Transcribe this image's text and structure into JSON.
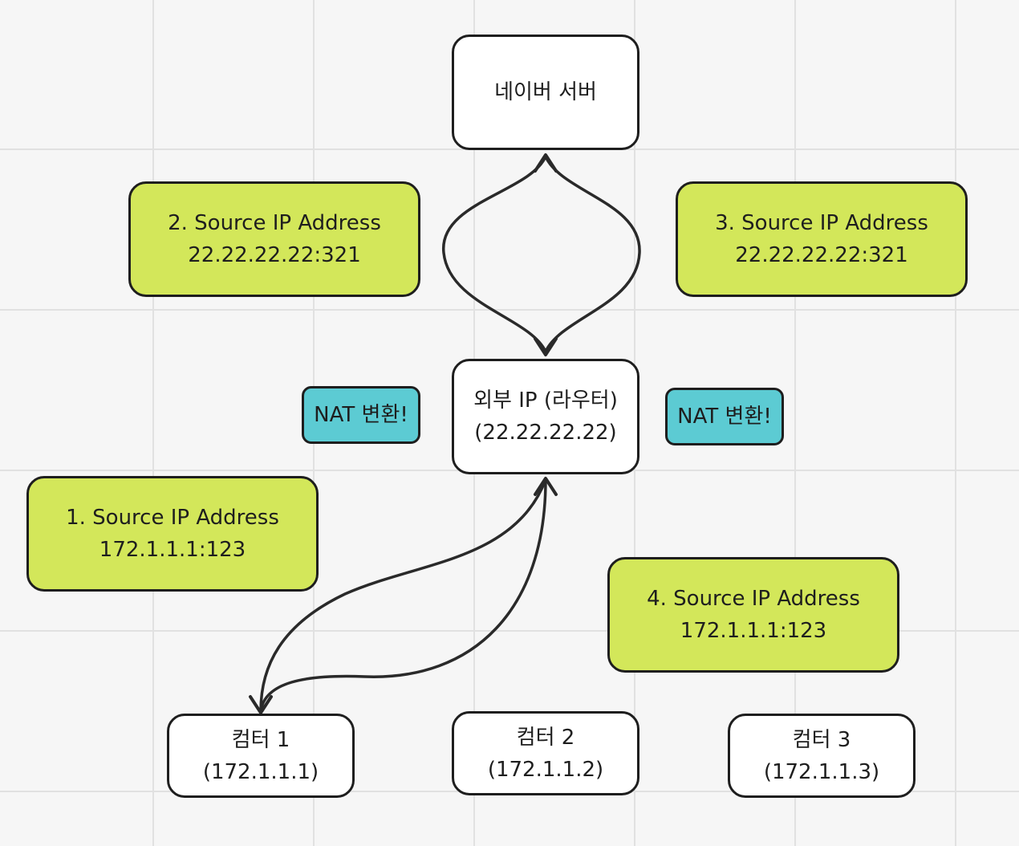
{
  "nodes": {
    "naver_server": {
      "line1": "네이버 서버"
    },
    "router": {
      "line1": "외부 IP (라우터)",
      "line2": "(22.22.22.22)"
    },
    "computer1": {
      "line1": "컴터 1",
      "line2": "(172.1.1.1)"
    },
    "computer2": {
      "line1": "컴터 2",
      "line2": "(172.1.1.2)"
    },
    "computer3": {
      "line1": "컴터 3",
      "line2": "(172.1.1.3)"
    }
  },
  "notes": {
    "note1": {
      "line1": "1. Source IP Address",
      "line2": "172.1.1.1:123"
    },
    "note2": {
      "line1": "2. Source IP Address",
      "line2": "22.22.22.22:321"
    },
    "note3": {
      "line1": "3. Source IP Address",
      "line2": "22.22.22.22:321"
    },
    "note4": {
      "line1": "4. Source IP Address",
      "line2": "172.1.1.1:123"
    },
    "nat_left": {
      "label": "NAT 변환!"
    },
    "nat_right": {
      "label": "NAT 변환!"
    }
  },
  "colors": {
    "node_fill": "#ffffff",
    "note_fill": "#d3e75a",
    "nat_fill": "#5ccbd3",
    "stroke": "#1e1e1e",
    "background": "#f6f6f6"
  }
}
